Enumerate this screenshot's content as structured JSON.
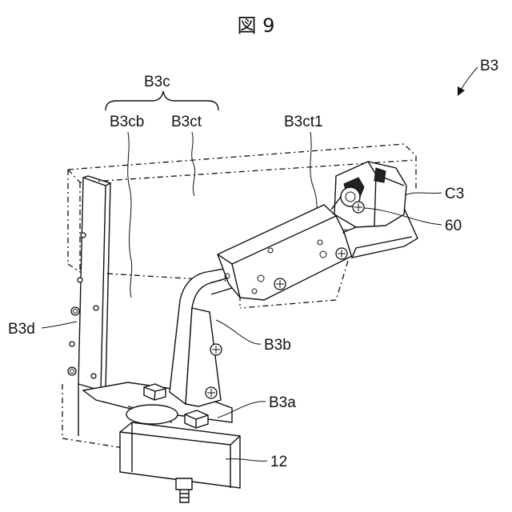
{
  "figure": {
    "title": "図 9"
  },
  "labels": {
    "b3": "B3",
    "b3c": "B3c",
    "b3cb": "B3cb",
    "b3ct": "B3ct",
    "b3ct1": "B3ct1",
    "c3": "C3",
    "sixty": "60",
    "b3d": "B3d",
    "b3b": "B3b",
    "b3a": "B3a",
    "twelve": "12"
  }
}
